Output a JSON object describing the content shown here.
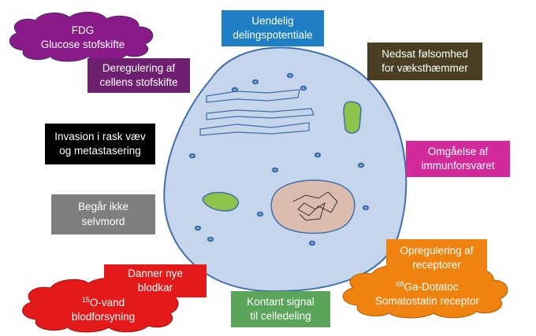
{
  "hallmarks": {
    "uendelig": {
      "line1": "Uendelig",
      "line2": "delingspotentiale",
      "color": "#1f7fc4"
    },
    "nedsat": {
      "line1": "Nedsat følsomhed",
      "line2": "for væksthæmmer",
      "color": "#4a3f22"
    },
    "deregulering": {
      "line1": "Deregulering af",
      "line2": "cellens stofskifte",
      "color": "#6f1f6f"
    },
    "invasion": {
      "line1": "Invasion i rask væv",
      "line2": "og metastasering",
      "color": "#000000"
    },
    "omgaaelse": {
      "line1": "Omgåelse af",
      "line2": "immunforsvaret",
      "color": "#d22a9a"
    },
    "begaar": {
      "line1": "Begår ikke",
      "line2": "selvmord",
      "color": "#7f7f7f"
    },
    "opregulering": {
      "line1": "Opregulering af",
      "line2": "receptorer",
      "color": "#f0820f"
    },
    "danner": {
      "line1": "Danner nye",
      "line2": "blodkar",
      "color": "#e41a1a"
    },
    "kontant": {
      "line1": "Kontant signal",
      "line2": "til celledeling",
      "color": "#5aa55a"
    }
  },
  "tracers": {
    "fdg": {
      "line1": "FDG",
      "line2": "Glucose stofskifte",
      "color": "#8a1a8a"
    },
    "ga": {
      "sup": "68",
      "line1": "Ga-Dotatoc",
      "line2": "Somatostatin receptor",
      "color": "#f0820f"
    },
    "o15": {
      "sup": "15",
      "line1": "O-vand",
      "line2": "blodforsyning",
      "color": "#e41a1a"
    }
  },
  "cell": {
    "body_color": "#c5d6ec",
    "outline_color": "#3f6eaa",
    "nucleus_color": "#dcbcae",
    "organelle_color": "#8cc34b"
  }
}
